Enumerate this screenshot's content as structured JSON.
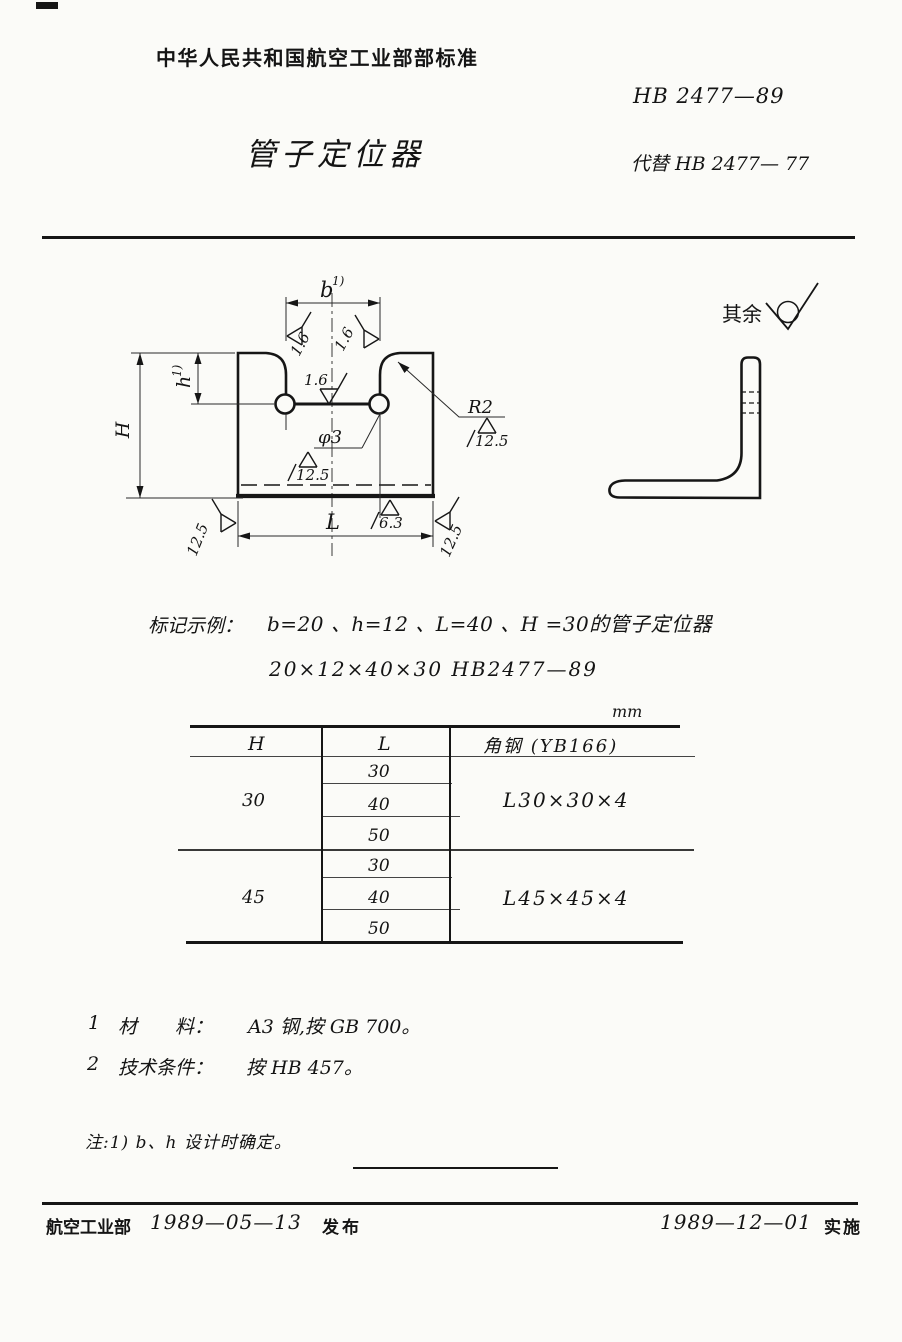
{
  "header": {
    "org_standard": "中华人民共和国航空工业部部标准",
    "standard_no": "HB 2477—89",
    "title": "管子定位器",
    "replaces": "代替 HB 2477— 77"
  },
  "drawing": {
    "dim_b": "b",
    "dim_h": "h",
    "sup": "1)",
    "dim_H": "H",
    "dim_L": "L",
    "radius": "R2",
    "hole": "φ3",
    "finish_slot_left": "1.6",
    "finish_slot_right": "1.6",
    "finish_slot_bottom": "1.6",
    "finish_hole": "12.5",
    "finish_radius": "12.5",
    "finish_bottom": "6.3",
    "finish_left_side": "12.5",
    "finish_right_side": "12.5",
    "rest_label": "其余"
  },
  "example": {
    "label": "标记示例：",
    "line1": "b=20 、h=12 、L=40 、H =30的管子定位器",
    "line2": "20×12×40×30  HB2477—89"
  },
  "table": {
    "unit": "mm",
    "col_h": "H",
    "col_l": "L",
    "col_angle": "角钢 (YB166)",
    "rows": [
      {
        "h": "30",
        "l": [
          "30",
          "40",
          "50"
        ],
        "angle": "L30×30×4"
      },
      {
        "h": "45",
        "l": [
          "30",
          "40",
          "50"
        ],
        "angle": "L45×45×4"
      }
    ]
  },
  "notes": {
    "n1_no": "1",
    "n1_label": "材　　料：",
    "n1_text": "A3 钢,按 GB 700。",
    "n2_no": "2",
    "n2_label": "技术条件：",
    "n2_text": "按 HB 457。",
    "footnote": "注:1) b、h 设计时确定。"
  },
  "footer": {
    "org": "航空工业部",
    "issue_date": "1989—05—13",
    "issue_label": "发布",
    "impl_date": "1989—12—01",
    "impl_label": "实施"
  }
}
